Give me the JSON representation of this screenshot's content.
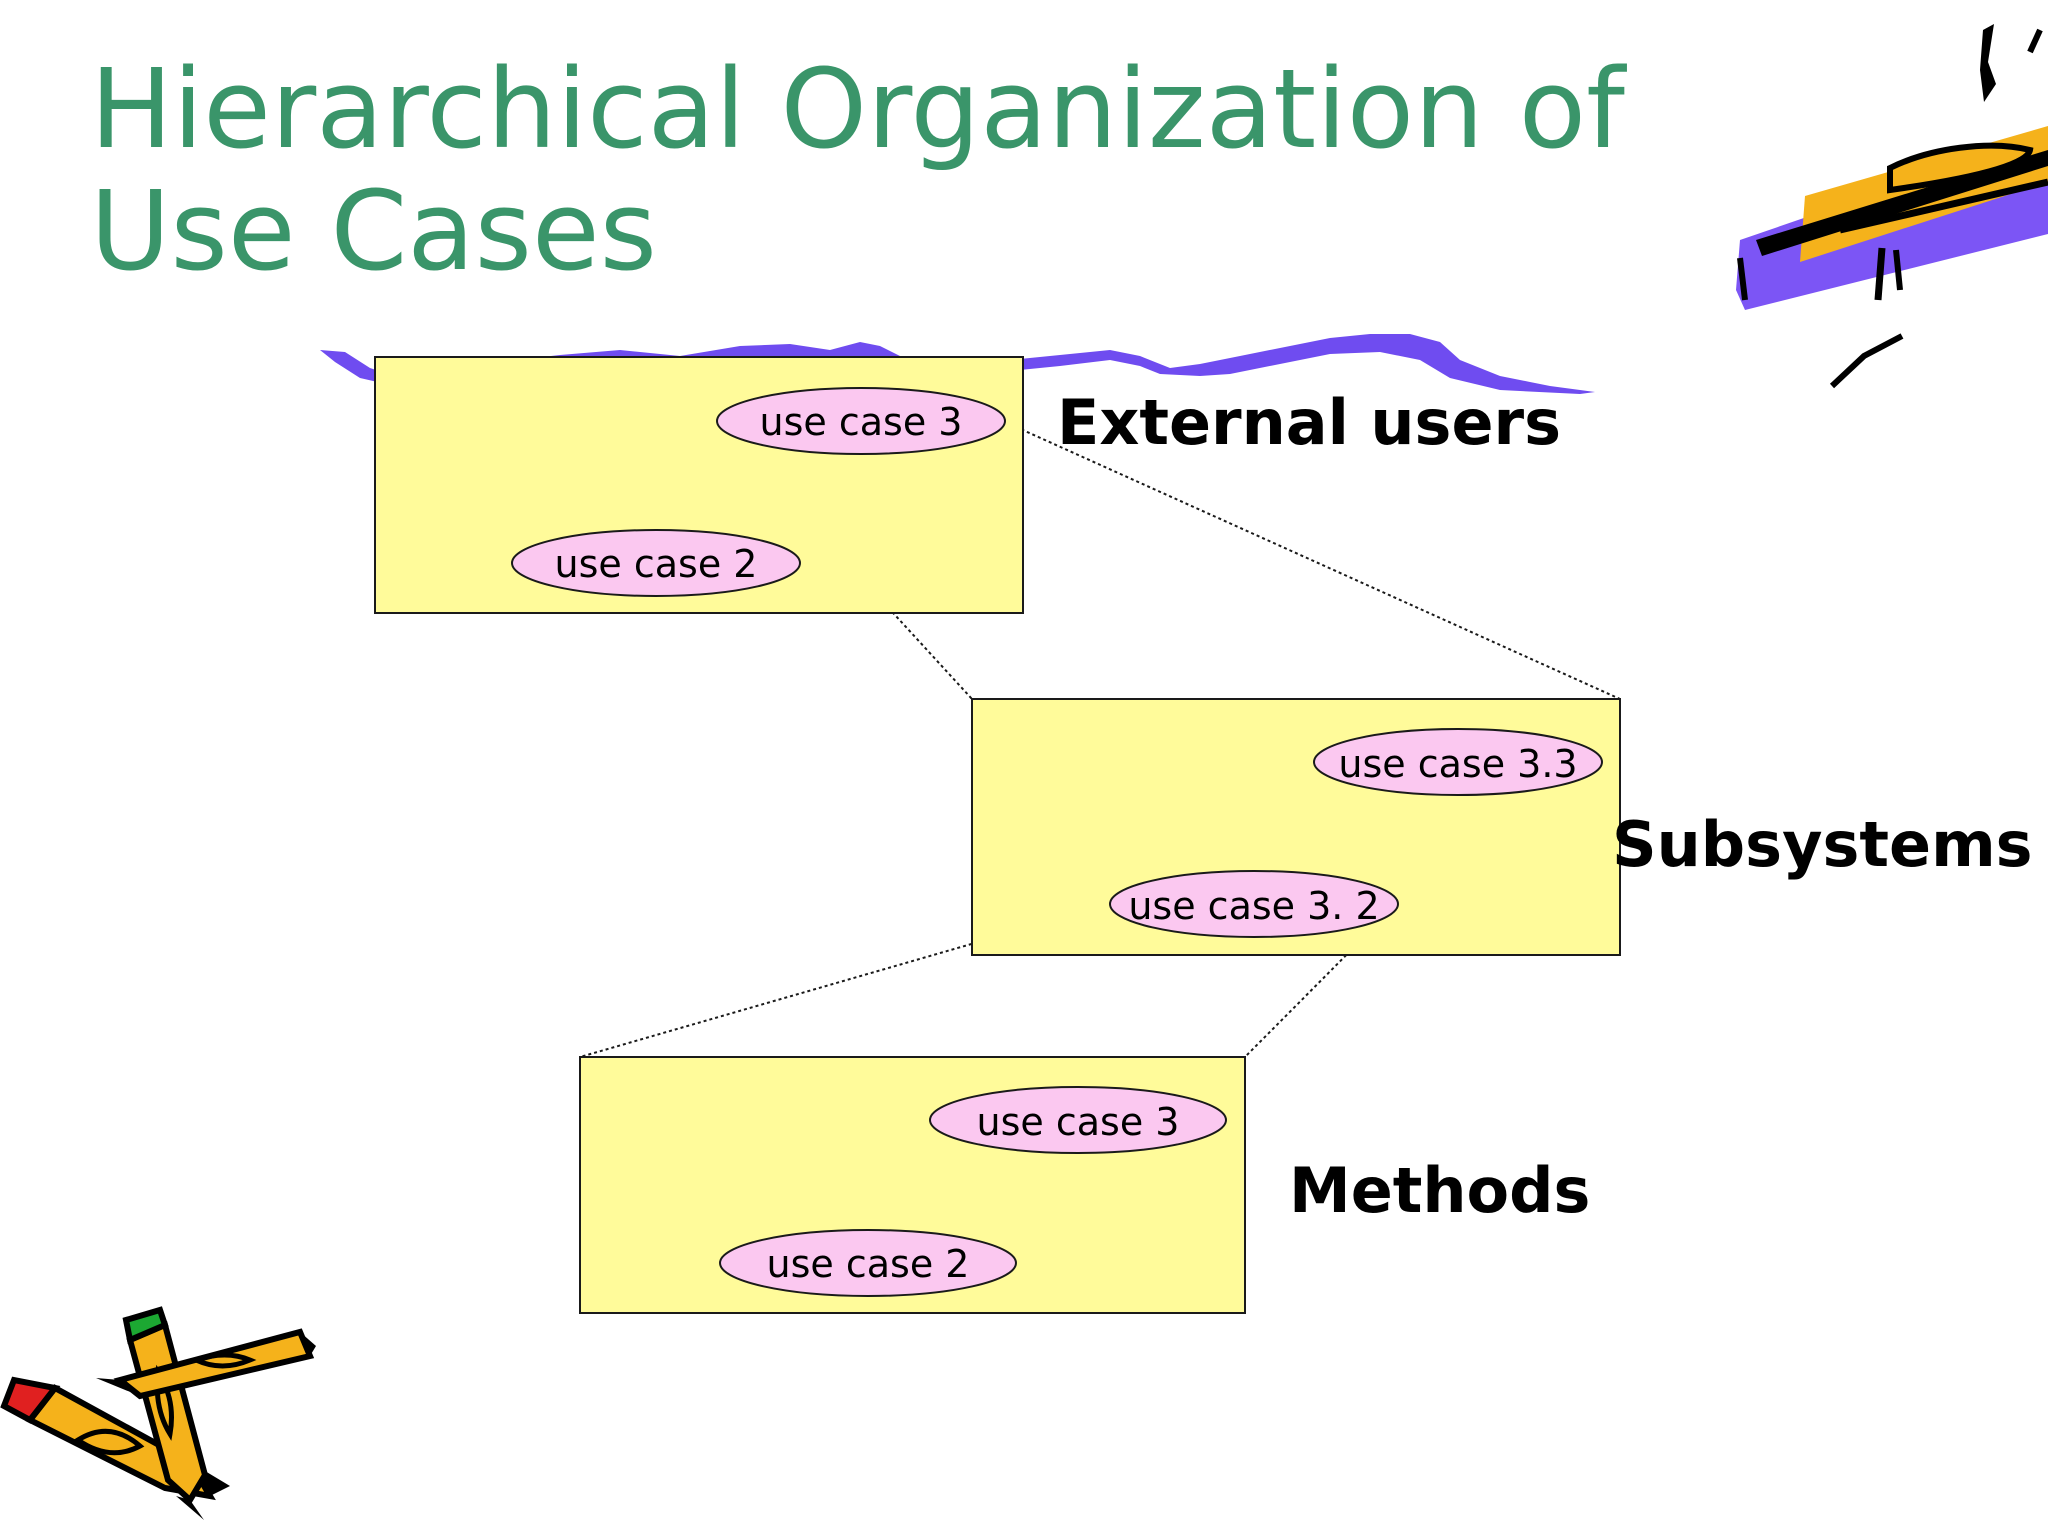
{
  "slide": {
    "title_lines": [
      "Hierarchical Organization of",
      "Use Cases"
    ]
  },
  "levels": [
    {
      "label": "External users",
      "use_cases": [
        "use case 3",
        "use case 2"
      ]
    },
    {
      "label": "Subsystems",
      "use_cases": [
        "use case 3.3",
        "use case 3. 2"
      ]
    },
    {
      "label": "Methods",
      "use_cases": [
        "use case 3",
        "use case 2"
      ]
    }
  ],
  "colors": {
    "title": "#3a956a",
    "box_fill": "#fffb9a",
    "oval_fill": "#fbc8f0",
    "ribbon": "#6f4cf0",
    "pencil": "#f5b21b"
  },
  "decorations": [
    "pen-clipart-icon",
    "crossed-pencils-clipart-icon",
    "ribbon-swoosh"
  ]
}
